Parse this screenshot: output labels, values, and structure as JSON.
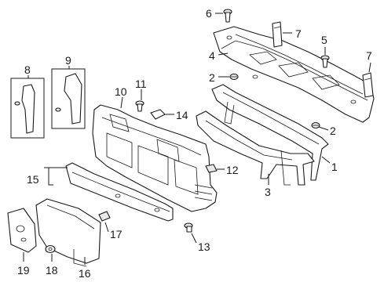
{
  "callouts": {
    "c1": "1",
    "c2a": "2",
    "c2b": "2",
    "c3": "3",
    "c4": "4",
    "c5": "5",
    "c6": "6",
    "c7a": "7",
    "c7b": "7",
    "c8": "8",
    "c9": "9",
    "c10": "10",
    "c11": "11",
    "c12": "12",
    "c13": "13",
    "c14": "14",
    "c15": "15",
    "c16": "16",
    "c17": "17",
    "c18": "18",
    "c19": "19"
  }
}
